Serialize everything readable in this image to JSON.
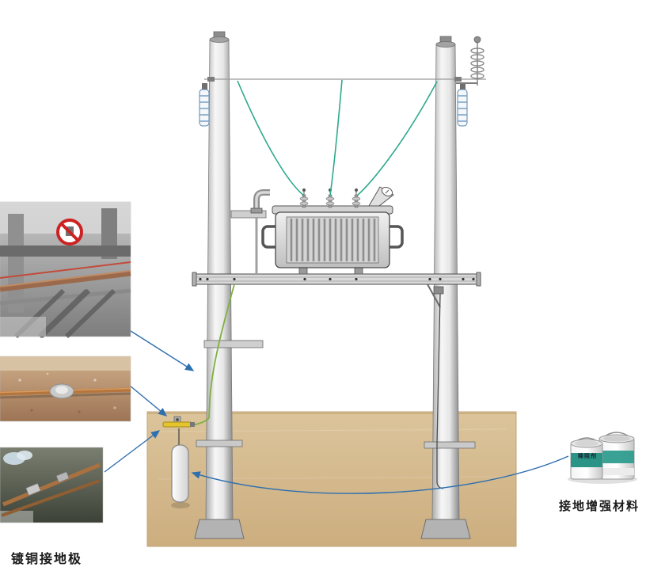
{
  "page": {
    "background": "#ffffff"
  },
  "diagram": {
    "description": "Pole-mounted distribution transformer with copper-clad grounding electrode and grounding enhancement material",
    "labels": {
      "ground_electrode": "镀铜接地极",
      "enhancement_material": "接地增强材料",
      "can_label": "降阻剂"
    },
    "colors": {
      "soil": "#d8bf93",
      "pole_light": "#f6f6f6",
      "pole_dark": "#8f8f8f",
      "wire_green": "#2fa98c",
      "annotation_blue": "#2e6fae",
      "clamp_yellow": "#e6c42e",
      "copper": "#b5763d",
      "can_teal": "#2f9d8f"
    }
  }
}
